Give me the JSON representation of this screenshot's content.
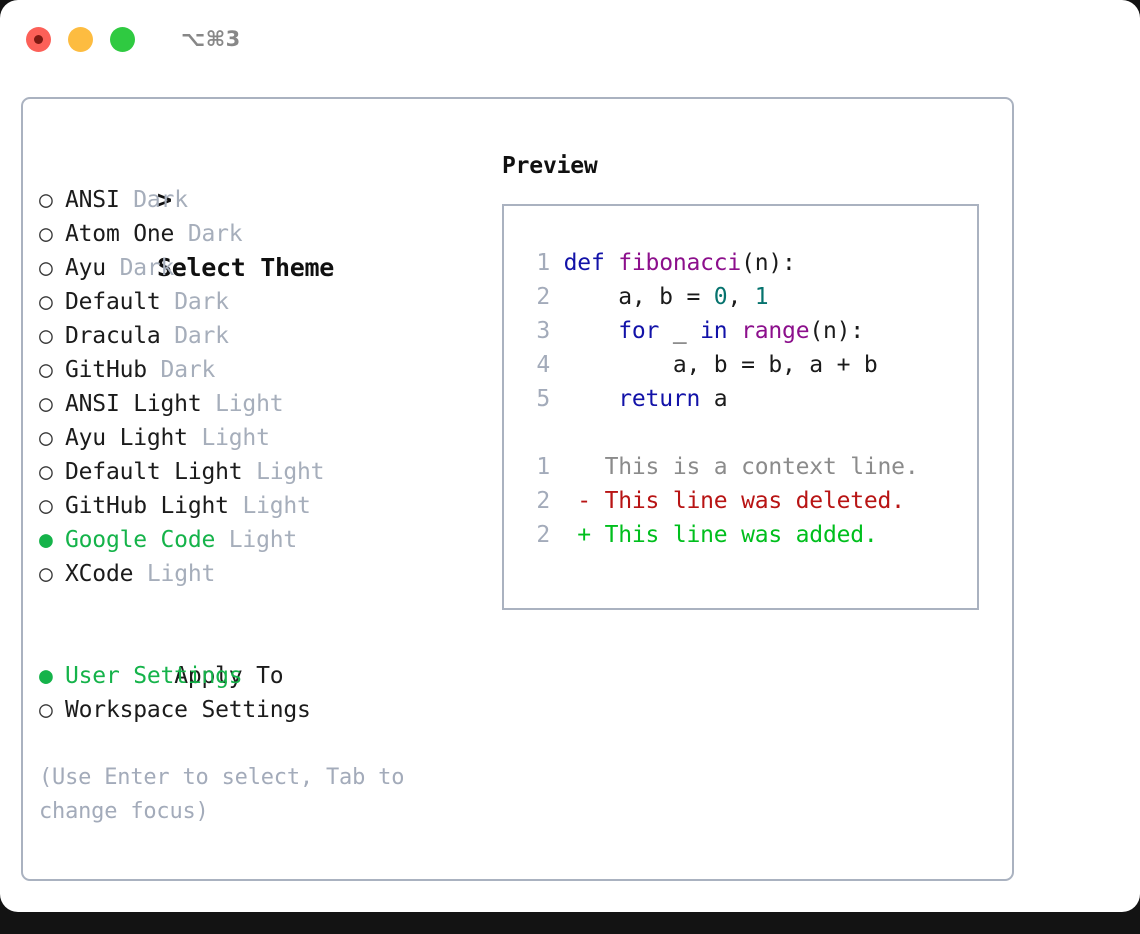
{
  "titlebar": {
    "shortcut": "⌥⌘3",
    "buttons": [
      "close",
      "minimize",
      "zoom"
    ]
  },
  "theme_picker": {
    "header": "> Select Theme",
    "header_caret": ">",
    "header_text": "Select Theme",
    "marker_selected": "●",
    "marker_unselected": "○",
    "selected_color": "#15b34a",
    "tag_color": "#a6aebb",
    "items": [
      {
        "marker": "○",
        "label": "ANSI",
        "tag": "Dark",
        "selected": false
      },
      {
        "marker": "○",
        "label": "Atom One",
        "tag": "Dark",
        "selected": false
      },
      {
        "marker": "○",
        "label": "Ayu",
        "tag": "Dark",
        "selected": false
      },
      {
        "marker": "○",
        "label": "Default",
        "tag": "Dark",
        "selected": false
      },
      {
        "marker": "○",
        "label": "Dracula",
        "tag": "Dark",
        "selected": false
      },
      {
        "marker": "○",
        "label": "GitHub",
        "tag": "Dark",
        "selected": false
      },
      {
        "marker": "○",
        "label": "ANSI Light",
        "tag": "Light",
        "selected": false
      },
      {
        "marker": "○",
        "label": "Ayu Light",
        "tag": "Light",
        "selected": false
      },
      {
        "marker": "○",
        "label": "Default Light",
        "tag": "Light",
        "selected": false
      },
      {
        "marker": "○",
        "label": "GitHub Light",
        "tag": "Light",
        "selected": false
      },
      {
        "marker": "●",
        "label": "Google Code",
        "tag": "Light",
        "selected": true
      },
      {
        "marker": "○",
        "label": "XCode",
        "tag": "Light",
        "selected": false
      }
    ]
  },
  "apply_to": {
    "heading": "Apply To",
    "items": [
      {
        "marker": "●",
        "label": "User Settings",
        "selected": true
      },
      {
        "marker": "○",
        "label": "Workspace Settings",
        "selected": false
      }
    ]
  },
  "hint": "(Use Enter to select, Tab to change focus)",
  "preview": {
    "header": "Preview",
    "code_lines": [
      {
        "n": "1",
        "tokens": [
          {
            "t": "def ",
            "c": "kw"
          },
          {
            "t": "fibonacci",
            "c": "fn"
          },
          {
            "t": "(n):",
            "c": "pl"
          }
        ]
      },
      {
        "n": "2",
        "tokens": [
          {
            "t": "    a, b = ",
            "c": "pl"
          },
          {
            "t": "0",
            "c": "num"
          },
          {
            "t": ", ",
            "c": "pl"
          },
          {
            "t": "1",
            "c": "num"
          }
        ]
      },
      {
        "n": "3",
        "tokens": [
          {
            "t": "    ",
            "c": "pl"
          },
          {
            "t": "for",
            "c": "kw"
          },
          {
            "t": " _ ",
            "c": "pl"
          },
          {
            "t": "in",
            "c": "kw"
          },
          {
            "t": " ",
            "c": "pl"
          },
          {
            "t": "range",
            "c": "fn"
          },
          {
            "t": "(n):",
            "c": "pl"
          }
        ]
      },
      {
        "n": "4",
        "tokens": [
          {
            "t": "        a, b = b, a + b",
            "c": "pl"
          }
        ]
      },
      {
        "n": "5",
        "tokens": [
          {
            "t": "    ",
            "c": "pl"
          },
          {
            "t": "return",
            "c": "kw"
          },
          {
            "t": " a",
            "c": "pl"
          }
        ]
      }
    ],
    "diff_lines": [
      {
        "n": "1",
        "prefix": "  ",
        "text": "This is a context line.",
        "kind": "ctx"
      },
      {
        "n": "2",
        "prefix": "- ",
        "text": "This line was deleted.",
        "kind": "del"
      },
      {
        "n": "2",
        "prefix": "+ ",
        "text": "This line was added.",
        "kind": "add"
      }
    ]
  }
}
